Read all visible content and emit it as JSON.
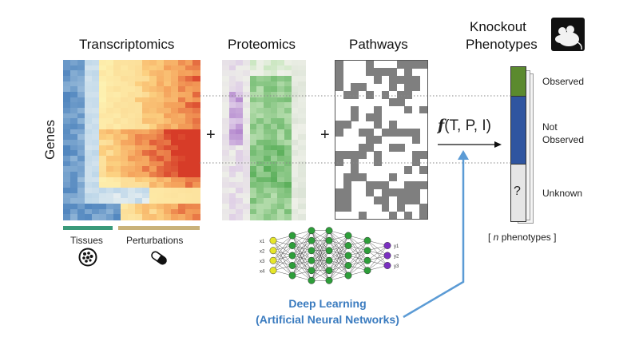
{
  "labels": {
    "transcriptomics": "Transcriptomics",
    "proteomics": "Proteomics",
    "pathways": "Pathways",
    "knockout_line1": "Knockout",
    "knockout_line2": "Phenotypes",
    "genes": "Genes",
    "plus": "+",
    "function_f": "f",
    "function_args": "(T, P, I)",
    "tissues": "Tissues",
    "perturbations": "Perturbations",
    "observed": "Observed",
    "not_observed_line1": "Not",
    "not_observed_line2": "Observed",
    "unknown": "Unknown",
    "question": "?",
    "n_phenotypes_open": "[ ",
    "n_phenotypes_n": "n",
    "n_phenotypes_rest": " phenotypes ]",
    "deep_learning_line1": "Deep Learning",
    "deep_learning_line2": "(Artificial Neural Networks)",
    "nn_inputs": [
      "x1",
      "x2",
      "x3",
      "x4"
    ],
    "nn_outputs": [
      "y1",
      "y2",
      "y3"
    ]
  },
  "colors": {
    "tissues_bar": "#3a9a7a",
    "perturbations_bar": "#c9b27a",
    "observed": "#5b8a2e",
    "not_observed": "#2f55a0",
    "unknown": "#e6e6e6",
    "arrow_blue": "#5b9bd5",
    "nn_input": "#e6e62a",
    "nn_hidden": "#2e9e3a",
    "nn_output": "#7a2fc0"
  },
  "icons": [
    "mouse-icon",
    "petri-dish-icon",
    "pill-icon"
  ]
}
